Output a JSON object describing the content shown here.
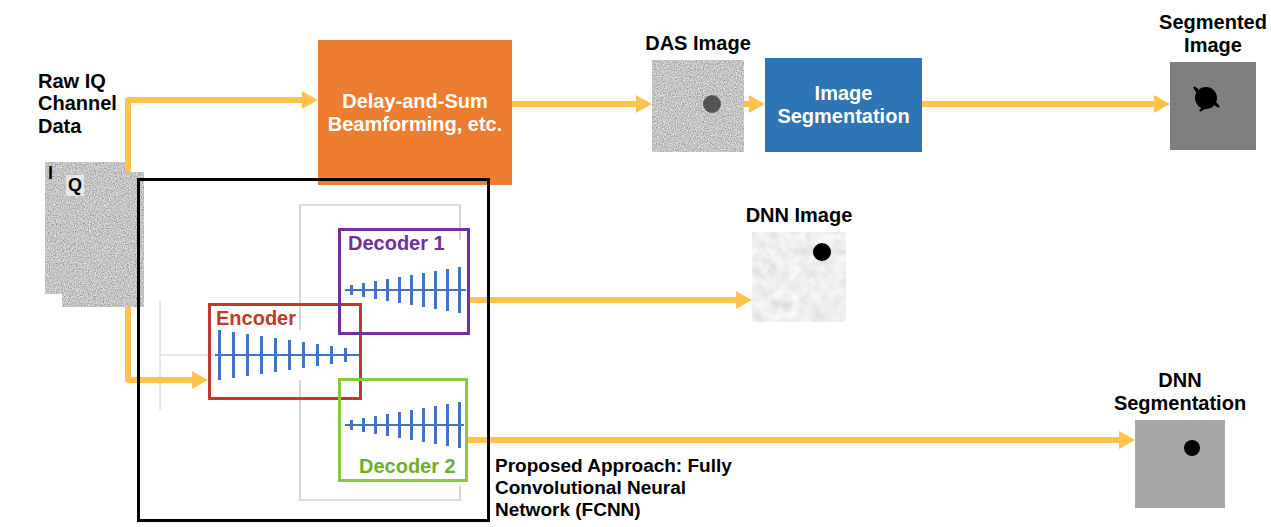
{
  "diagram": {
    "nodes": [
      {
        "text": [
          "I"
        ]
      },
      {
        "text": [
          "Q"
        ]
      },
      {
        "text": [
          "Delay-and-Sum Beamforming, etc."
        ]
      },
      {
        "text": [
          "DAS Image"
        ]
      },
      {
        "text": [
          "Image Segmentation"
        ]
      },
      {
        "text": [
          "Segmented Image"
        ]
      },
      {
        "text": [
          "Proposed Approach: Fully Convolutional Neural Network (FCNN)"
        ]
      },
      {
        "text": [
          "Encoder"
        ],
        "in": 6
      },
      {
        "text": [
          "Decoder 1"
        ],
        "in": 6
      },
      {
        "text": [
          "Decoder 2"
        ],
        "in": 6
      },
      {
        "text": [
          "DNN Image"
        ]
      },
      {
        "text": [
          "DNN Segmentation"
        ]
      }
    ],
    "edges": [
      {
        "from": 1,
        "to": 2,
        "arrow": "to"
      },
      {
        "from": 2,
        "to": 3,
        "arrow": "to"
      },
      {
        "from": 3,
        "to": 4,
        "arrow": "to"
      },
      {
        "from": 4,
        "to": 5,
        "arrow": "to"
      },
      {
        "from": 1,
        "to": 7,
        "arrow": "to"
      },
      {
        "from": 8,
        "to": 10,
        "arrow": "to"
      },
      {
        "from": 9,
        "to": 11,
        "arrow": "to"
      }
    ],
    "labels": [
      "Raw IQ Channel Data"
    ]
  }
}
